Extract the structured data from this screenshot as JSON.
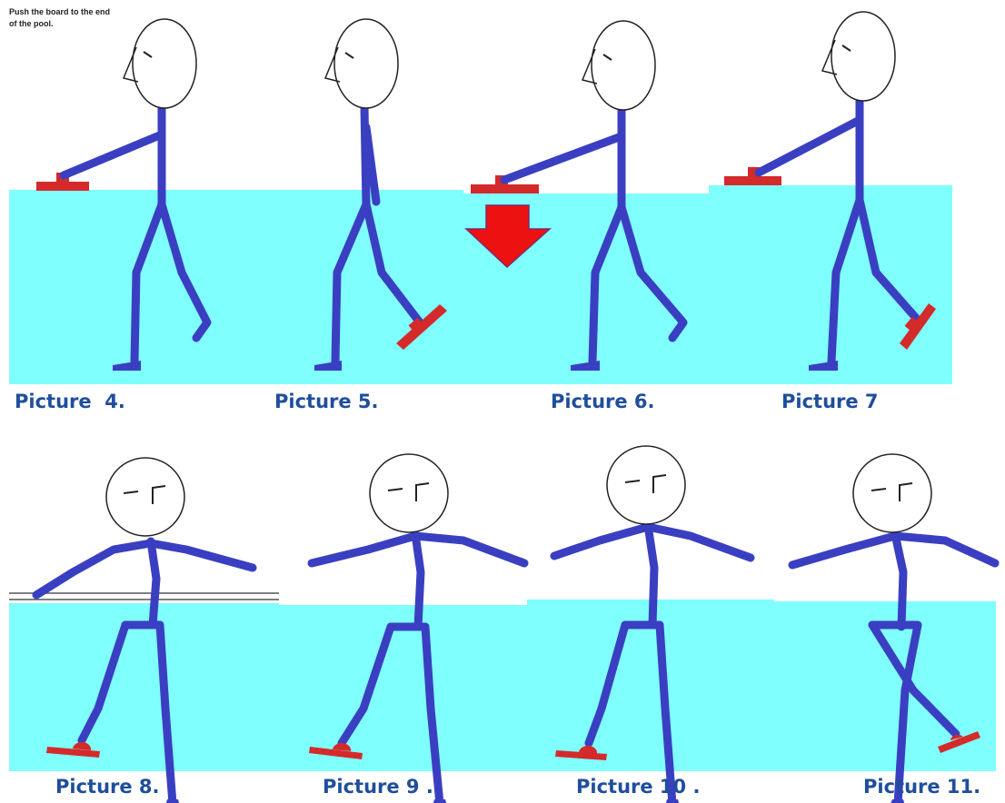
{
  "instruction": "Push the board to the end of the pool.",
  "labels": {
    "p4": "Picture  4.",
    "p5": "Picture 5.",
    "p6": "Picture 6.",
    "p7": "Picture 7",
    "p8": "Picture 8.",
    "p9": "Picture 9 .",
    "p10": "Picture 10 .",
    "p11": "Picture 11."
  },
  "colors": {
    "water": "#80ffff",
    "body": "#3a3fc2",
    "board": "#d42a2a",
    "arrow": "#ee1111",
    "label": "#1f4e9c"
  }
}
